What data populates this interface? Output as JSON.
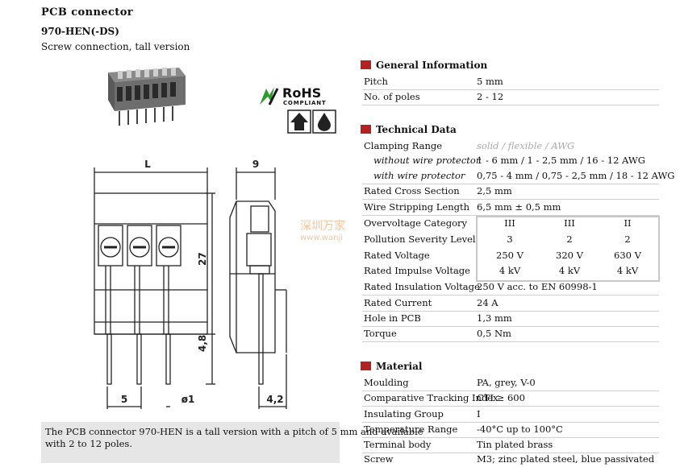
{
  "header": {
    "title": "PCB connector",
    "model": "970-HEN(-DS)",
    "subtitle": "Screw connection, tall version"
  },
  "logos": {
    "rohs_main": "RoHS",
    "rohs_sub": "COMPLIANT"
  },
  "watermark": {
    "line1": "深圳万家",
    "line2": "www.wanji"
  },
  "drawing": {
    "dim_L": "L",
    "dim_9": "9",
    "dim_27": "27",
    "dim_48": "4,8",
    "dim_5": "5",
    "dim_d1": "ø1",
    "dim_42": "4,2"
  },
  "description": "The PCB connector 970-HEN is a tall version with a pitch of 5 mm and available with 2 to 12 poles.",
  "general": {
    "heading": "General Information",
    "rows": [
      {
        "label": "Pitch",
        "value": "5  mm"
      },
      {
        "label": "No. of poles",
        "value": "2 - 12"
      }
    ]
  },
  "technical": {
    "heading": "Technical Data",
    "rows": [
      {
        "label": "Clamping Range",
        "value": "solid / flexible / AWG"
      },
      {
        "label": "without wire protector",
        "value": "1 - 6 mm / 1 - 2,5 mm / 16 - 12 AWG"
      },
      {
        "label": "with wire protector",
        "value": "0,75 - 4 mm / 0,75 - 2,5 mm / 18 - 12 AWG"
      },
      {
        "label": "Rated Cross Section",
        "value": "2,5 mm"
      },
      {
        "label": "Wire Stripping Length",
        "value": "6,5 mm ± 0,5 mm"
      },
      {
        "label": "Overvoltage Category",
        "values": [
          "III",
          "III",
          "II"
        ]
      },
      {
        "label": "Pollution Severity Level",
        "values": [
          "3",
          "2",
          "2"
        ]
      },
      {
        "label": "Rated Voltage",
        "values": [
          "250  V",
          "320  V",
          "630  V"
        ]
      },
      {
        "label": "Rated Impulse Voltage",
        "values": [
          "4 kV",
          "4 kV",
          "4 kV"
        ]
      },
      {
        "label": "Rated Insulation Voltage",
        "value": "250 V acc. to EN 60998-1"
      },
      {
        "label": "Rated Current",
        "value": "24  A"
      },
      {
        "label": "Hole in PCB",
        "value": "1,3  mm"
      },
      {
        "label": "Torque",
        "value": "0,5  Nm"
      }
    ]
  },
  "material": {
    "heading": "Material",
    "rows": [
      {
        "label": "Moulding",
        "value": "PA, grey, V-0"
      },
      {
        "label": "Comparative Tracking Index",
        "value": "CTI ≥ 600"
      },
      {
        "label": "Insulating Group",
        "value": "I"
      },
      {
        "label": "Temperature Range",
        "value": "-40°C up to 100°C"
      },
      {
        "label": "Terminal body",
        "value": "Tin plated brass"
      },
      {
        "label": "Screw",
        "value": "M3; zinc plated steel, blue passivated"
      }
    ]
  }
}
